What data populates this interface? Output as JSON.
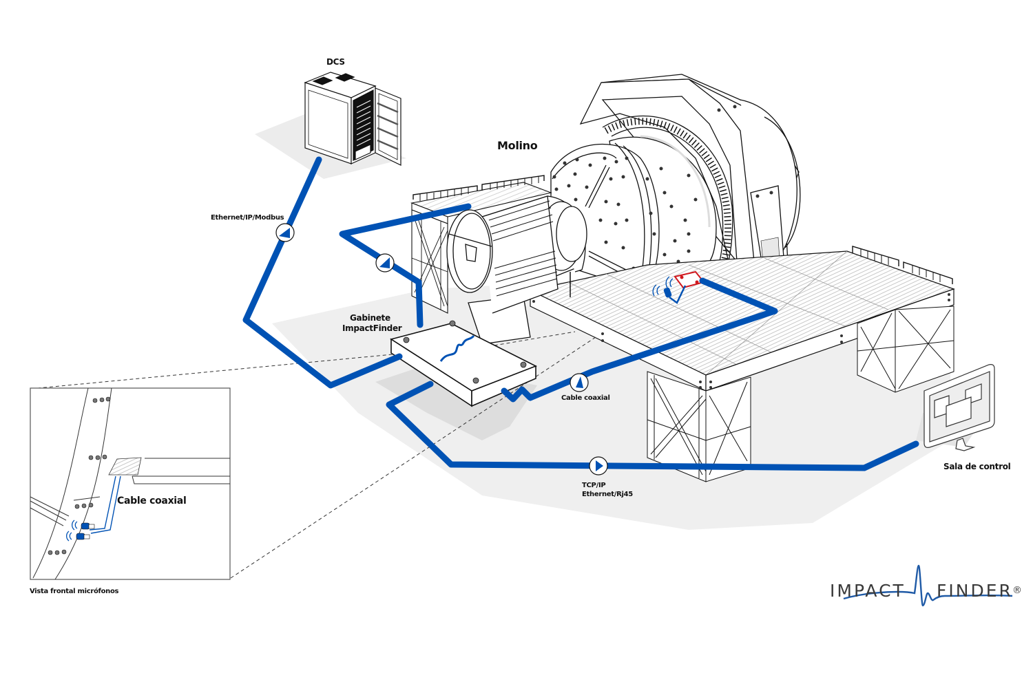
{
  "diagram": {
    "title_labels": {
      "dcs": "DCS",
      "molino": "Molino",
      "gabinete_line1": "Gabinete",
      "gabinete_line2": "ImpactFinder",
      "sala_de_control": "Sala de control",
      "vista_frontal": "Vista frontal micrófonos"
    },
    "connections": [
      {
        "id": "dcs-link",
        "label": "Ethernet/IP/Modbus",
        "from": "Gabinete ImpactFinder",
        "to": "DCS"
      },
      {
        "id": "coax-link",
        "label": "Cable coaxial",
        "from": "Gabinete ImpactFinder",
        "to": "Micrófonos"
      },
      {
        "id": "tcp-link",
        "label_line1": "TCP/IP",
        "label_line2": "Ethernet/Rj45",
        "from": "Gabinete ImpactFinder",
        "to": "Sala de control"
      }
    ],
    "inset": {
      "cable_label": "Cable coaxial",
      "caption": "Vista frontal micrófonos"
    },
    "logo": {
      "left_word": "IMPACT",
      "right_word": "FINDER",
      "registered": "®"
    },
    "colors": {
      "cable_blue": "#0052b4",
      "shadow_gray": "#efefef",
      "shadow_dark": "#dcdcdc",
      "line_black": "#111111",
      "sensor_red": "#d0181e",
      "logo_gray": "#3a3a3a"
    }
  }
}
